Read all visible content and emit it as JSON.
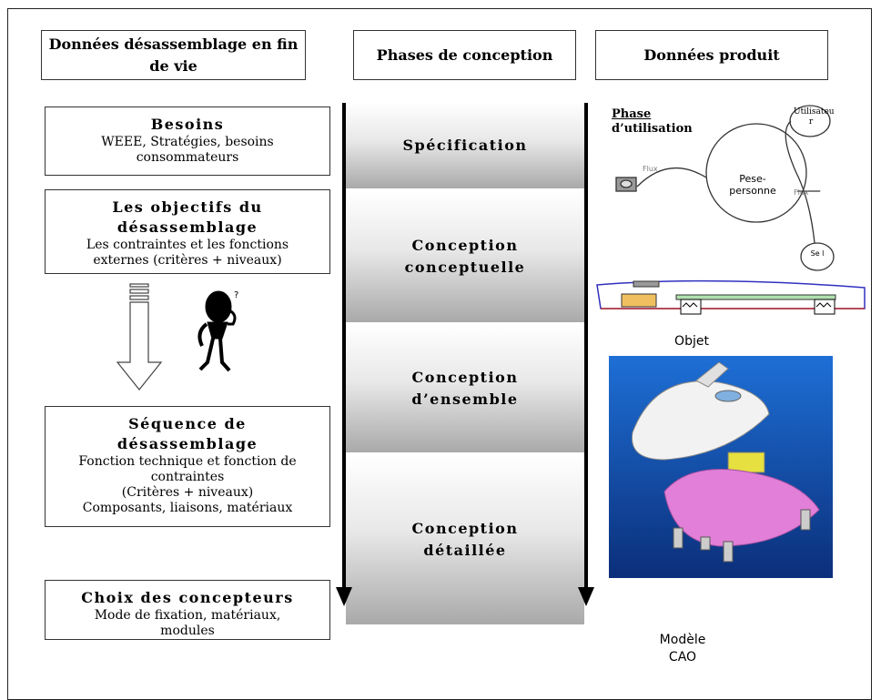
{
  "headers": {
    "left": "Données désassemblage en fin de vie",
    "middle": "Phases de conception",
    "right": "Données produit"
  },
  "left_boxes": {
    "besoins": {
      "title": "Besoins",
      "text": "WEEE, Stratégies, besoins consommateurs"
    },
    "objectifs": {
      "title": "Les objectifs du désassemblage",
      "text": "Les contraintes et les fonctions externes (critères + niveaux)"
    },
    "sequence": {
      "title": "Séquence de désassemblage",
      "text1": "Fonction technique et fonction de contraintes",
      "text2": "(Critères + niveaux)",
      "text3": "Composants, liaisons, matériaux"
    },
    "choix": {
      "title": "Choix des concepteurs",
      "text": "Mode de fixation, matériaux, modules"
    }
  },
  "phases": [
    "Spécification",
    "Conception conceptuelle",
    "Conception d’ensemble",
    "Conception détaillée"
  ],
  "right": {
    "phase_title_1": "Phase",
    "phase_title_2": "d’utilisation",
    "utilisateur": "Utilisateu r",
    "pese": "Pese-personne",
    "flux_1": "Flux",
    "flux_2": "Flux",
    "se": "Se l",
    "objet": "Objet",
    "modele_1": "Modèle",
    "modele_2": "CAO"
  }
}
